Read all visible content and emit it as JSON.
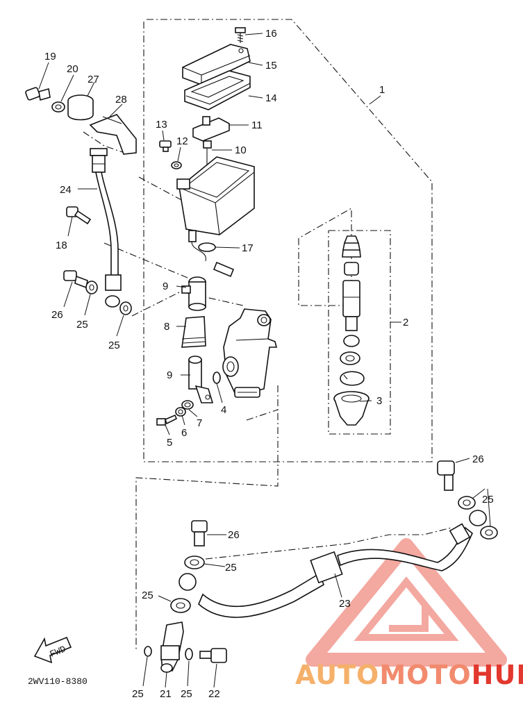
{
  "diagram": {
    "part_code": "2WV110-8380",
    "fwd_label": "FWD",
    "watermark": {
      "prefix": "AUTO",
      "middle": "MOTO",
      "suffix": "HUB",
      "prefix_color": "#f5b06a",
      "middle_color": "#f28a6e",
      "suffix_color": "#e2382e"
    },
    "callouts": {
      "c1": "1",
      "c2": "2",
      "c3": "3",
      "c4": "4",
      "c5": "5",
      "c6": "6",
      "c7": "7",
      "c8": "8",
      "c9a": "9",
      "c9b": "9",
      "c10": "10",
      "c11": "11",
      "c12": "12",
      "c13": "13",
      "c14": "14",
      "c15": "15",
      "c16": "16",
      "c17": "17",
      "c18": "18",
      "c19": "19",
      "c20": "20",
      "c21": "21",
      "c22": "22",
      "c23": "23",
      "c24": "24",
      "c25a": "25",
      "c25b": "25",
      "c25c": "25",
      "c25d": "25",
      "c25e": "25",
      "c25f": "25",
      "c25g": "25",
      "c26a": "26",
      "c26b": "26",
      "c26c": "26",
      "c27": "27",
      "c28": "28"
    }
  }
}
